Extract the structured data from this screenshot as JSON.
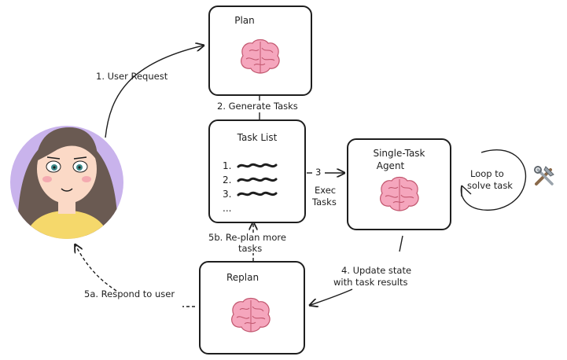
{
  "nodes": {
    "plan": {
      "title": "Plan"
    },
    "task_list": {
      "title": "Task List",
      "items": [
        "1.",
        "2.",
        "3.",
        "..."
      ]
    },
    "agent": {
      "title_line1": "Single-Task",
      "title_line2": "Agent"
    },
    "replan": {
      "title": "Replan"
    },
    "loop": {
      "line1": "Loop to",
      "line2": "solve task"
    }
  },
  "edges": {
    "user_request": "1. User Request",
    "generate_tasks": "2. Generate Tasks",
    "exec_num": "3",
    "exec_line1": "Exec",
    "exec_line2": "Tasks",
    "update_line1": "4. Update state",
    "update_line2": "with task results",
    "replan_line1": "5b. Re-plan more",
    "replan_line2": "tasks",
    "respond": "5a. Respond to user"
  },
  "colors": {
    "stroke": "#1e1e1e",
    "avatar_bg": "#c9b3ec",
    "hair": "#6a5a52",
    "skin": "#fbd9c6",
    "shirt": "#f5d86b",
    "brain": "#f5a6bd",
    "brain_line": "#c2576f"
  },
  "icons": [
    "person-avatar-icon",
    "brain-icon",
    "tools-icon"
  ]
}
